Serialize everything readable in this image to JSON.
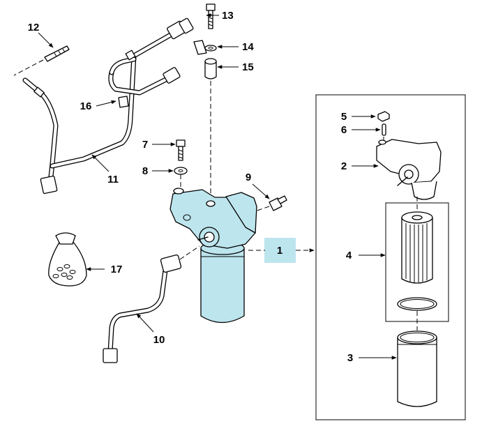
{
  "diagram": {
    "accent_color": "#bde5ee",
    "callouts": [
      {
        "id": "c1",
        "label": "1"
      },
      {
        "id": "c2",
        "label": "2"
      },
      {
        "id": "c3",
        "label": "3"
      },
      {
        "id": "c4",
        "label": "4"
      },
      {
        "id": "c5",
        "label": "5"
      },
      {
        "id": "c6",
        "label": "6"
      },
      {
        "id": "c7",
        "label": "7"
      },
      {
        "id": "c8",
        "label": "8"
      },
      {
        "id": "c9",
        "label": "9"
      },
      {
        "id": "c10",
        "label": "10"
      },
      {
        "id": "c11",
        "label": "11"
      },
      {
        "id": "c12",
        "label": "12"
      },
      {
        "id": "c13",
        "label": "13"
      },
      {
        "id": "c14",
        "label": "14"
      },
      {
        "id": "c15",
        "label": "15"
      },
      {
        "id": "c16",
        "label": "16"
      },
      {
        "id": "c17",
        "label": "17"
      }
    ]
  }
}
